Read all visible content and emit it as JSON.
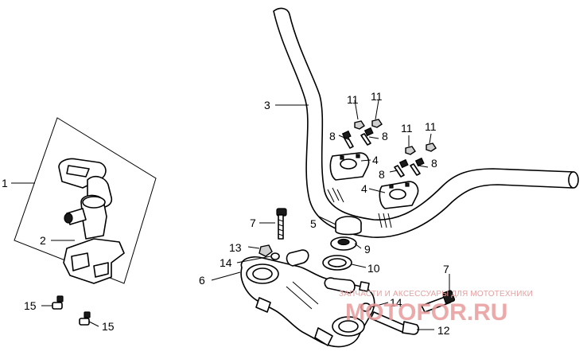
{
  "callouts": {
    "c1": "1",
    "c2": "2",
    "c3": "3",
    "c4a": "4",
    "c4b": "4",
    "c5": "5",
    "c6": "6",
    "c7a": "7",
    "c7b": "7",
    "c8a": "8",
    "c8b": "8",
    "c8c": "8",
    "c8d": "8",
    "c9": "9",
    "c10": "10",
    "c11a": "11",
    "c11b": "11",
    "c11c": "11",
    "c11d": "11",
    "c12": "12",
    "c13": "13",
    "c14a": "14",
    "c14b": "14",
    "c15a": "15",
    "c15b": "15"
  },
  "watermark": {
    "tagline": "ЗАПЧАСТИ И АКСЕССУАРЫ ДЛЯ МОТОТЕХНИКИ",
    "logo": "MOTOFOR.RU"
  },
  "colors": {
    "line": "#000000",
    "watermark": "#e89b9b"
  }
}
